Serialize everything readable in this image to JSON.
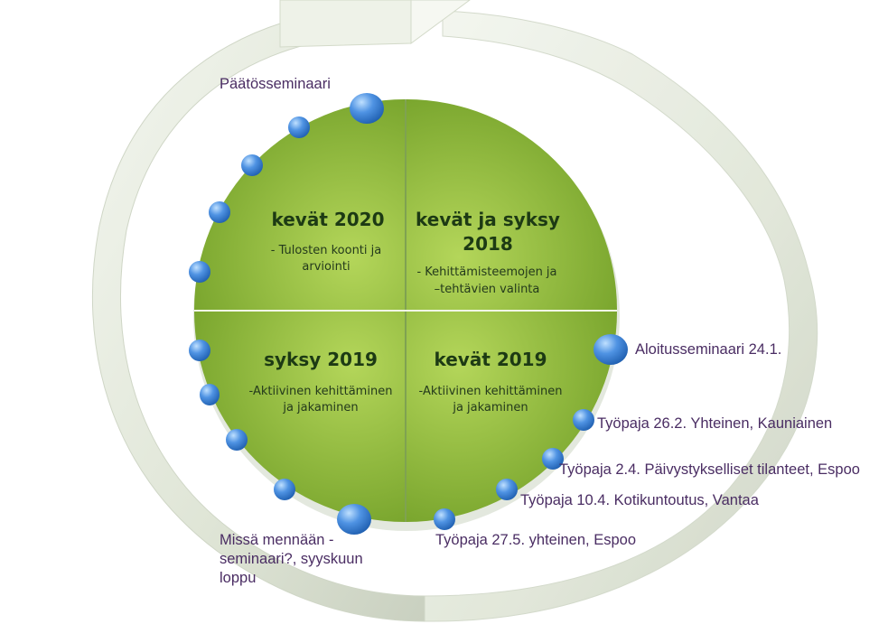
{
  "colors": {
    "quadrant_green": "#8dbb3a",
    "ring_gray": "#e3e8dc",
    "bubble_blue": "#3f82d6",
    "label_purple": "#4a2d63"
  },
  "quadrants": [
    {
      "id": "top-left",
      "title": "kevät 2020",
      "lines": [
        "- Tulosten koonti ja",
        "arviointi"
      ]
    },
    {
      "id": "top-right",
      "title_lines": [
        "kevät ja syksy",
        "2018"
      ],
      "lines": [
        "- Kehittämisteemojen ja",
        "–tehtävien valinta"
      ]
    },
    {
      "id": "bottom-left",
      "title": "syksy 2019",
      "lines": [
        "-Aktiivinen kehittäminen",
        "ja jakaminen"
      ]
    },
    {
      "id": "bottom-right",
      "title": "kevät 2019",
      "lines": [
        "-Aktiivinen kehittäminen",
        "ja jakaminen"
      ]
    }
  ],
  "labels": {
    "paatosseminaari": "Päätösseminaari",
    "aloitusseminaari": "Aloitusseminaari 24.1.",
    "tyopaja_1": "Työpaja 26.2. Yhteinen, Kauniainen",
    "tyopaja_2": "Työpaja 2.4. Päivystykselliset tilanteet, Espoo",
    "tyopaja_3": "Työpaja 10.4. Kotikuntoutus, Vantaa",
    "tyopaja_4": "Työpaja 27.5. yhteinen, Espoo",
    "missa_mennaan": "Missä mennään -\nseminaari?, syyskuun\nloppu"
  }
}
